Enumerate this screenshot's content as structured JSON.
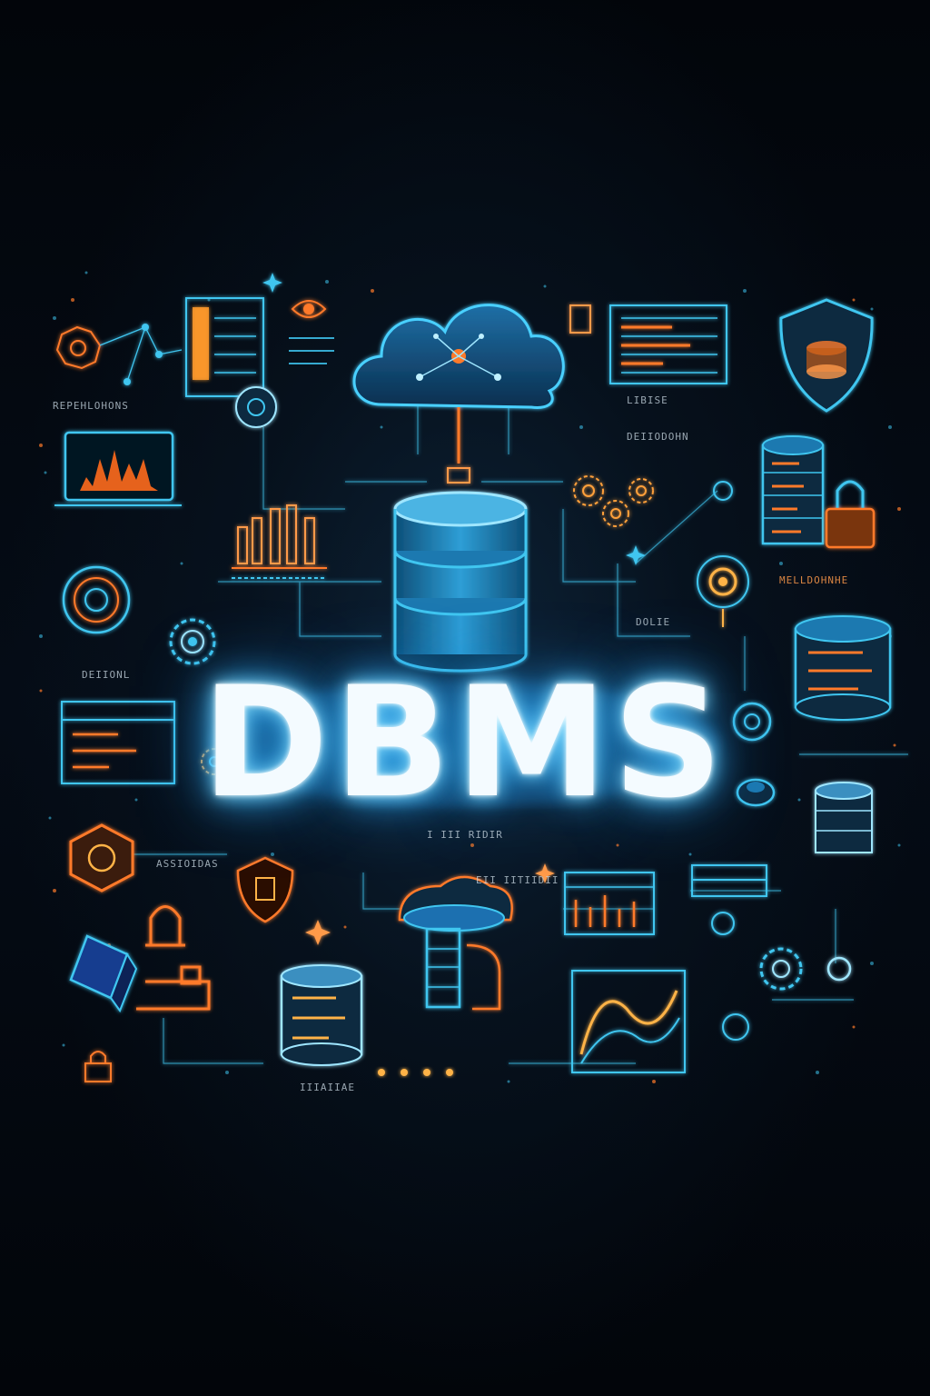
{
  "title": "DBMS",
  "labels": {
    "top_left": "REPEHLOHONS",
    "top_center": "LIBISE",
    "upper_center": "DEIIODOHN",
    "right_upper": "MELLDOHNHE",
    "right_mid": "DOLIE",
    "left_mid": "DEIIONL",
    "center_low": "I III RIDIR",
    "left_low": "ASSIOIDAS",
    "center_low_right": "EII IITIIDII",
    "bottom": "IIIAIIAE"
  },
  "colors": {
    "background": "#03070d",
    "accent_cyan": "#3fc6f0",
    "accent_orange": "#ff7a2a",
    "title_glow": "#39b8ff"
  },
  "icons": [
    "cloud-network-icon",
    "database-icon",
    "shield-icon",
    "lock-icon",
    "gear-icon",
    "bar-chart-icon",
    "line-chart-icon",
    "table-icon",
    "monitor-icon",
    "node-network-icon"
  ]
}
